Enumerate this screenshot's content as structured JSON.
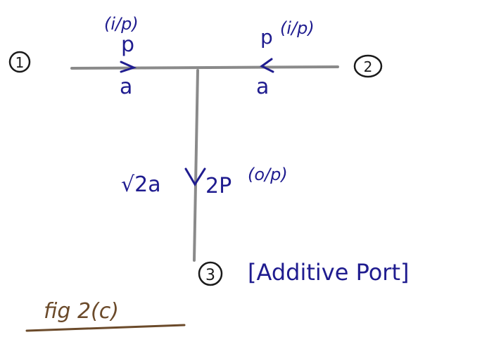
{
  "colors": {
    "background": "#ffffff",
    "line": "#8a8a8a",
    "blue_ink": "#1f1c8f",
    "black_ink": "#1a1a1a",
    "caption_ink": "#6b4a2a"
  },
  "ports": {
    "port1": {
      "number": "1"
    },
    "port2": {
      "number": "2",
      "power_label": "p",
      "annotation": "(i/p)",
      "wave_label": "a"
    },
    "port3": {
      "number": "3",
      "note": "[Additive Port]"
    },
    "port1_labels": {
      "power_label": "p",
      "annotation": "(i/p)",
      "wave_label": "a"
    }
  },
  "output": {
    "wave_label": "√2a",
    "power_label": "2P",
    "annotation": "(o/p)"
  },
  "caption": "fig 2(c)"
}
